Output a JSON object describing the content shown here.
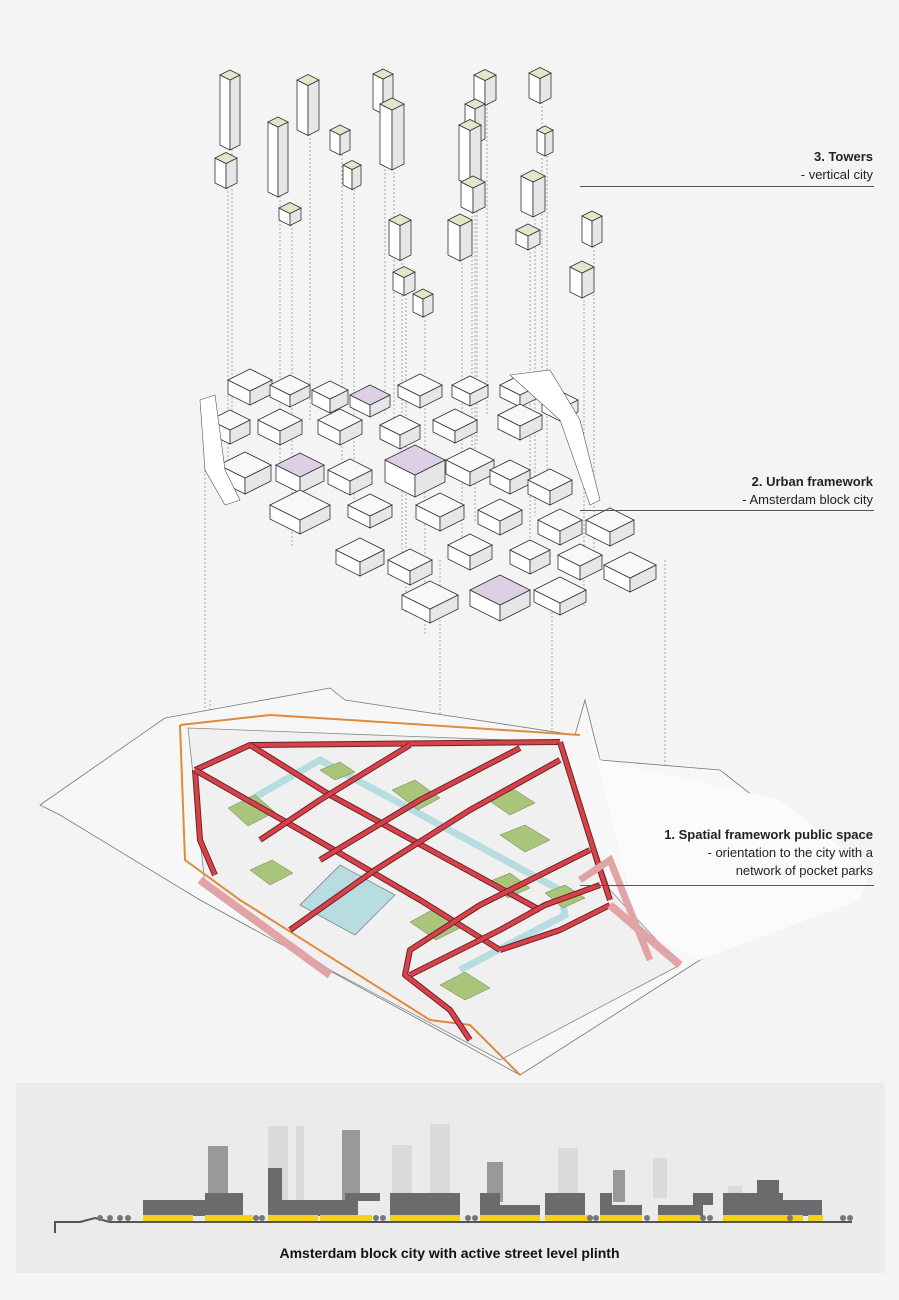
{
  "labels": {
    "towers": {
      "title": "3. Towers",
      "subtitle": "- vertical city"
    },
    "urban": {
      "title": "2. Urban framework",
      "subtitle": "- Amsterdam block city"
    },
    "spatial": {
      "title": "1. Spatial framework public space",
      "line1": "- orientation to the city with a",
      "line2": "network of pocket parks"
    }
  },
  "section": {
    "caption": "Amsterdam block city with active street level plinth"
  },
  "colors": {
    "street": "#d9414a",
    "park": "#a9c57a",
    "water": "#b7dde0",
    "plinth": "#f2d21b",
    "tower_top": "#dfe8c8",
    "purple": "#ddd0e6",
    "route": "#e08a3c"
  }
}
